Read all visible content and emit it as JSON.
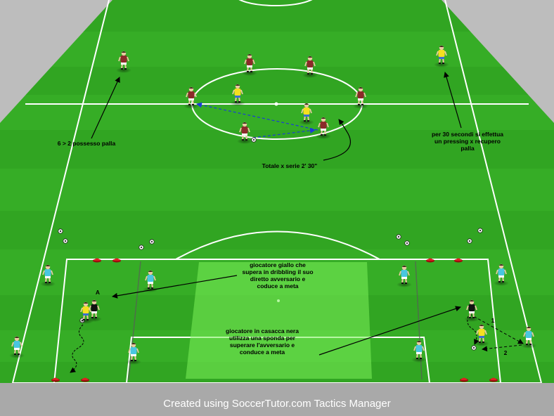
{
  "annotations": {
    "possession": "6 > 2 possesso palla",
    "total_time": "Totale x serie 2' 30\"",
    "pressing": [
      "per 30 secondi si effettua",
      "un pressing x recupero",
      "palla"
    ],
    "yellow_player": [
      "giocatore giallo che",
      "supera in dribbling il suo",
      "diretto avversario  e",
      "coduce a meta"
    ],
    "black_player": [
      "giocatore in casacca nera",
      "utilizza una sponda per",
      "superare l'avversario e",
      "conduce a meta"
    ],
    "label_a": "A",
    "label_1": "1",
    "label_2": "2"
  },
  "footer": {
    "credit": "Created using SoccerTutor.com Tactics Manager"
  },
  "colors": {
    "pitch_light": "#3cb62a",
    "pitch_dark": "#2fa020",
    "lines": "#ffffff",
    "team_maroon": "#8b2a2a",
    "team_yellow": "#f4e020",
    "team_cyan": "#49c6e0",
    "team_black": "#111111",
    "cones": "#e02020",
    "pass_arrow": "#1a3adb"
  },
  "icons": {
    "player": "player-figure",
    "ball": "football-ball-icon",
    "cone": "training-cone-icon"
  }
}
